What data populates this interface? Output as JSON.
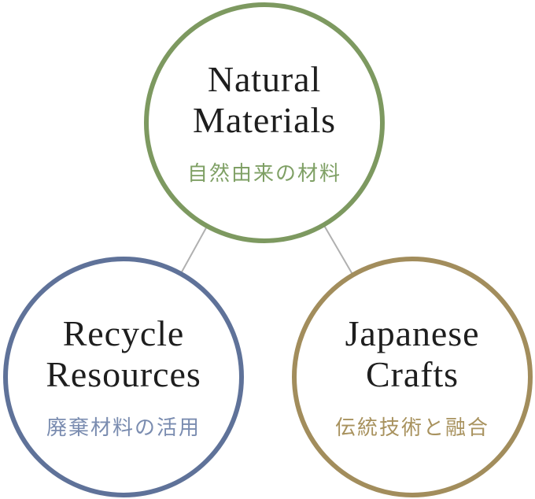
{
  "page": {
    "background_color": "#ffffff",
    "connector_color": "#b0b0b0"
  },
  "diagram": {
    "circles": [
      {
        "id": "natural-materials",
        "title_line1": "Natural",
        "title_line2": "Materials",
        "subtitle": "自然由来の材料",
        "border_color": "#7d9960",
        "title_color": "#1e1e1e",
        "subtitle_color": "#7fa065"
      },
      {
        "id": "recycle-resources",
        "title_line1": "Recycle",
        "title_line2": "Resources",
        "subtitle": "廃棄材料の活用",
        "border_color": "#5f7299",
        "title_color": "#1e1e1e",
        "subtitle_color": "#7a8cb0"
      },
      {
        "id": "japanese-crafts",
        "title_line1": "Japanese",
        "title_line2": "Crafts",
        "subtitle": "伝統技術と融合",
        "border_color": "#a28d5c",
        "title_color": "#1e1e1e",
        "subtitle_color": "#a8925e"
      }
    ]
  }
}
